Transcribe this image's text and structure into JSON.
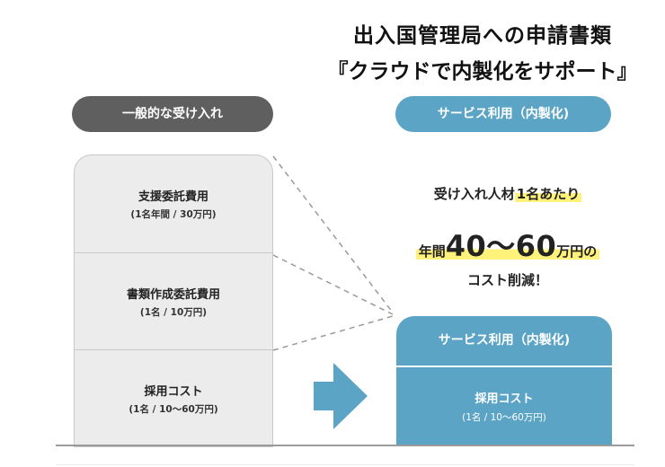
{
  "header": {
    "title": "出入国管理局への申請書類",
    "subtitle": "『クラウドで内製化をサポート』"
  },
  "left": {
    "label": "一般的な受け入れ",
    "blocks": [
      {
        "title": "支援委託費用",
        "sub": "(1名年間 / 30万円)"
      },
      {
        "title": "書類作成委託費用",
        "sub": "(1名 / 10万円)"
      },
      {
        "title": "採用コスト",
        "sub": "(1名 / 10〜60万円)"
      }
    ]
  },
  "right": {
    "label": "サービス利用（内製化)",
    "block_top": "サービス利用（内製化)",
    "block_bottom_title": "採用コスト",
    "block_bottom_sub": "(1名 / 10〜60万円)"
  },
  "message": {
    "line1_a": "受け入れ人材",
    "line1_b": "1名あたり",
    "line2_a": "年間",
    "line2_b": "40〜60",
    "line2_c": "万円",
    "line2_d": "の",
    "line3": "コスト削減！"
  },
  "colors": {
    "left_pill": "#5f5f5f",
    "right_accent": "#5ba4c5",
    "highlight": "#fff27a",
    "block_bg": "#ececec"
  },
  "icons": {
    "arrow": "right-arrow-icon"
  }
}
